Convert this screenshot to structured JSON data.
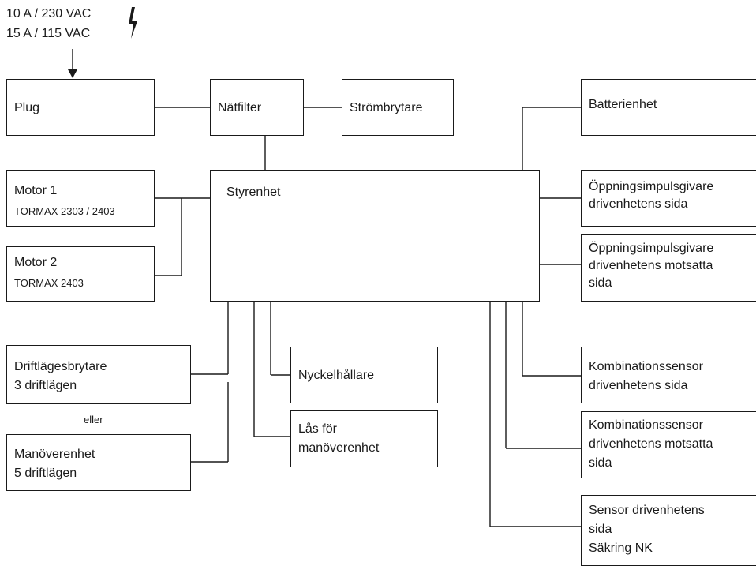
{
  "power": {
    "line1": "10 A / 230 VAC",
    "line2": "15 A / 115 VAC",
    "icon": "lightning-bolt-icon"
  },
  "nodes": {
    "plug": "Plug",
    "natfilter": "Nätfilter",
    "strombrytare": "Strömbrytare",
    "batterienhet": "Batterienhet",
    "styrenhet": "Styrenhet",
    "motor1": {
      "title": "Motor 1",
      "model": "TORMAX 2303 / 2403"
    },
    "motor2": {
      "title": "Motor 2",
      "model": "TORMAX 2403"
    },
    "oppning1": {
      "line1": "Öppningsimpulsgivare",
      "line2": "drivenhetens sida"
    },
    "oppning2": {
      "line1": "Öppningsimpulsgivare",
      "line2": "drivenhetens motsatta",
      "line3": "sida"
    },
    "driftlages": {
      "line1": "Driftlägesbrytare",
      "line2": "3 driftlägen"
    },
    "eller": "eller",
    "manover": {
      "line1": "Manöverenhet",
      "line2": "5 driftlägen"
    },
    "nyckel": "Nyckelhållare",
    "las": {
      "line1": "Lås för",
      "line2": "manöverenhet"
    },
    "komb1": {
      "line1": "Kombinationssensor",
      "line2": "drivenhetens sida"
    },
    "komb2": {
      "line1": "Kombinationssensor",
      "line2": "drivenhetens motsatta",
      "line3": "sida"
    },
    "sensor": {
      "line1": "Sensor drivenhetens",
      "line2": "sida",
      "line3": "Säkring NK"
    }
  }
}
